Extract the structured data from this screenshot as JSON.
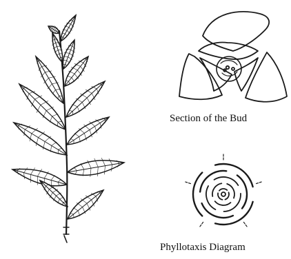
{
  "figure": {
    "captions": {
      "bud_section": "Section of the Bud",
      "phyllotaxis": "Phyllotaxis Diagram"
    },
    "parts": [
      "leafy-shoot",
      "bud-section",
      "phyllotaxis-diagram"
    ],
    "ink_color": "#1a1a1a",
    "background": "#ffffff"
  }
}
